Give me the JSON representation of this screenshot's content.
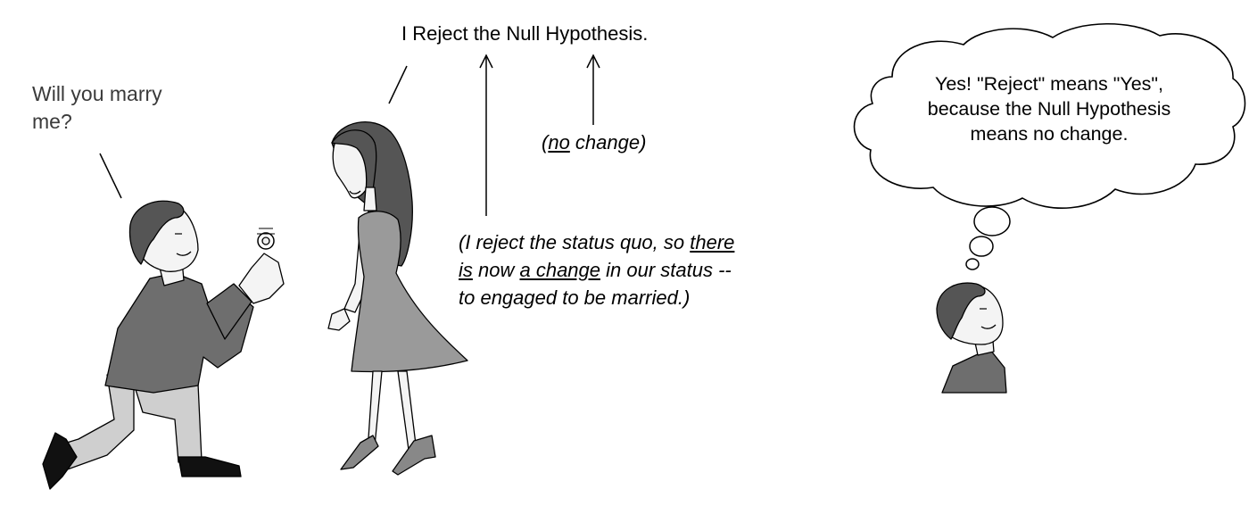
{
  "man_speech": {
    "line1": "Will you marry",
    "line2": "me?"
  },
  "woman_speech": "I Reject the Null Hypothesis.",
  "no_change": {
    "open": "(",
    "underlined": "no",
    "rest": " change)"
  },
  "status_quo": {
    "line1_a": "(I reject the status quo, so ",
    "line1_u": "there",
    "line2_u1": "is",
    "line2_b": " now ",
    "line2_u2": "a change",
    "line2_c": " in our status --",
    "line3": "to engaged to be married.)"
  },
  "thought": {
    "line1": "Yes! \"Reject\" means \"Yes\",",
    "line2": "because the Null Hypothesis",
    "line3": "means no change."
  },
  "colors": {
    "skin": "#f4f4f4",
    "suit": "#6e6e6e",
    "trousers": "#cfcfcf",
    "dress": "#9a9a9a",
    "hair": "#555555",
    "shoes": "#111111"
  }
}
